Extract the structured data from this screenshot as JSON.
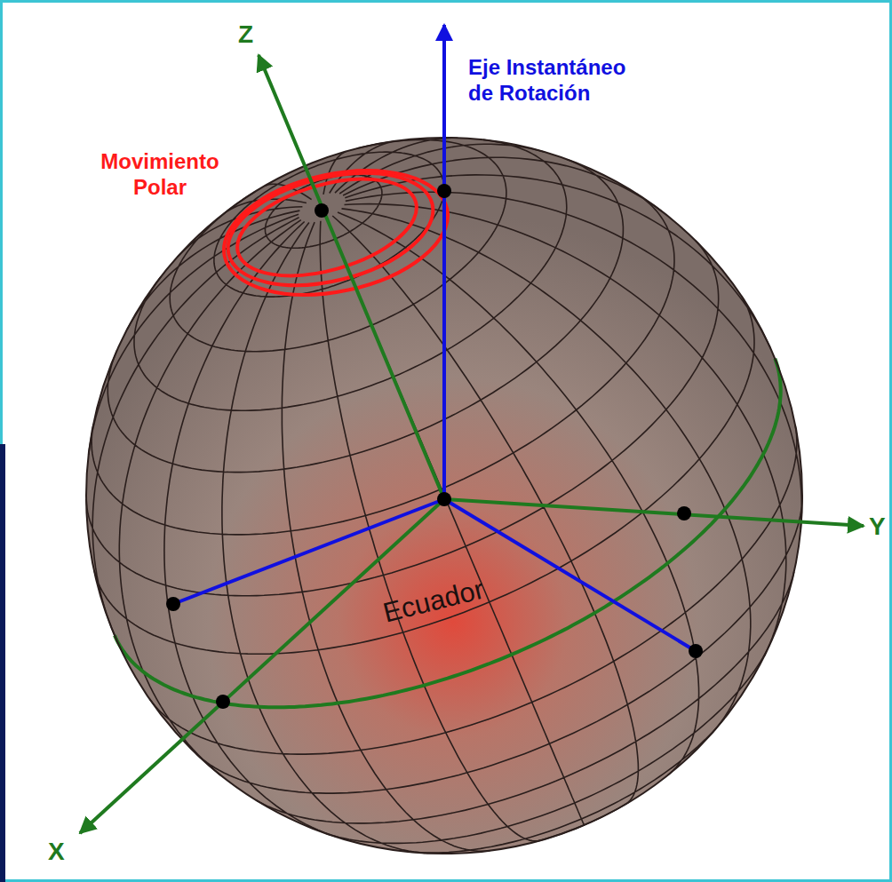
{
  "diagram": {
    "labels": [
      "Z",
      "Eje Instantáneo de Rotación",
      "Movimiento Polar",
      "Ecuador",
      "Y",
      "X"
    ]
  }
}
